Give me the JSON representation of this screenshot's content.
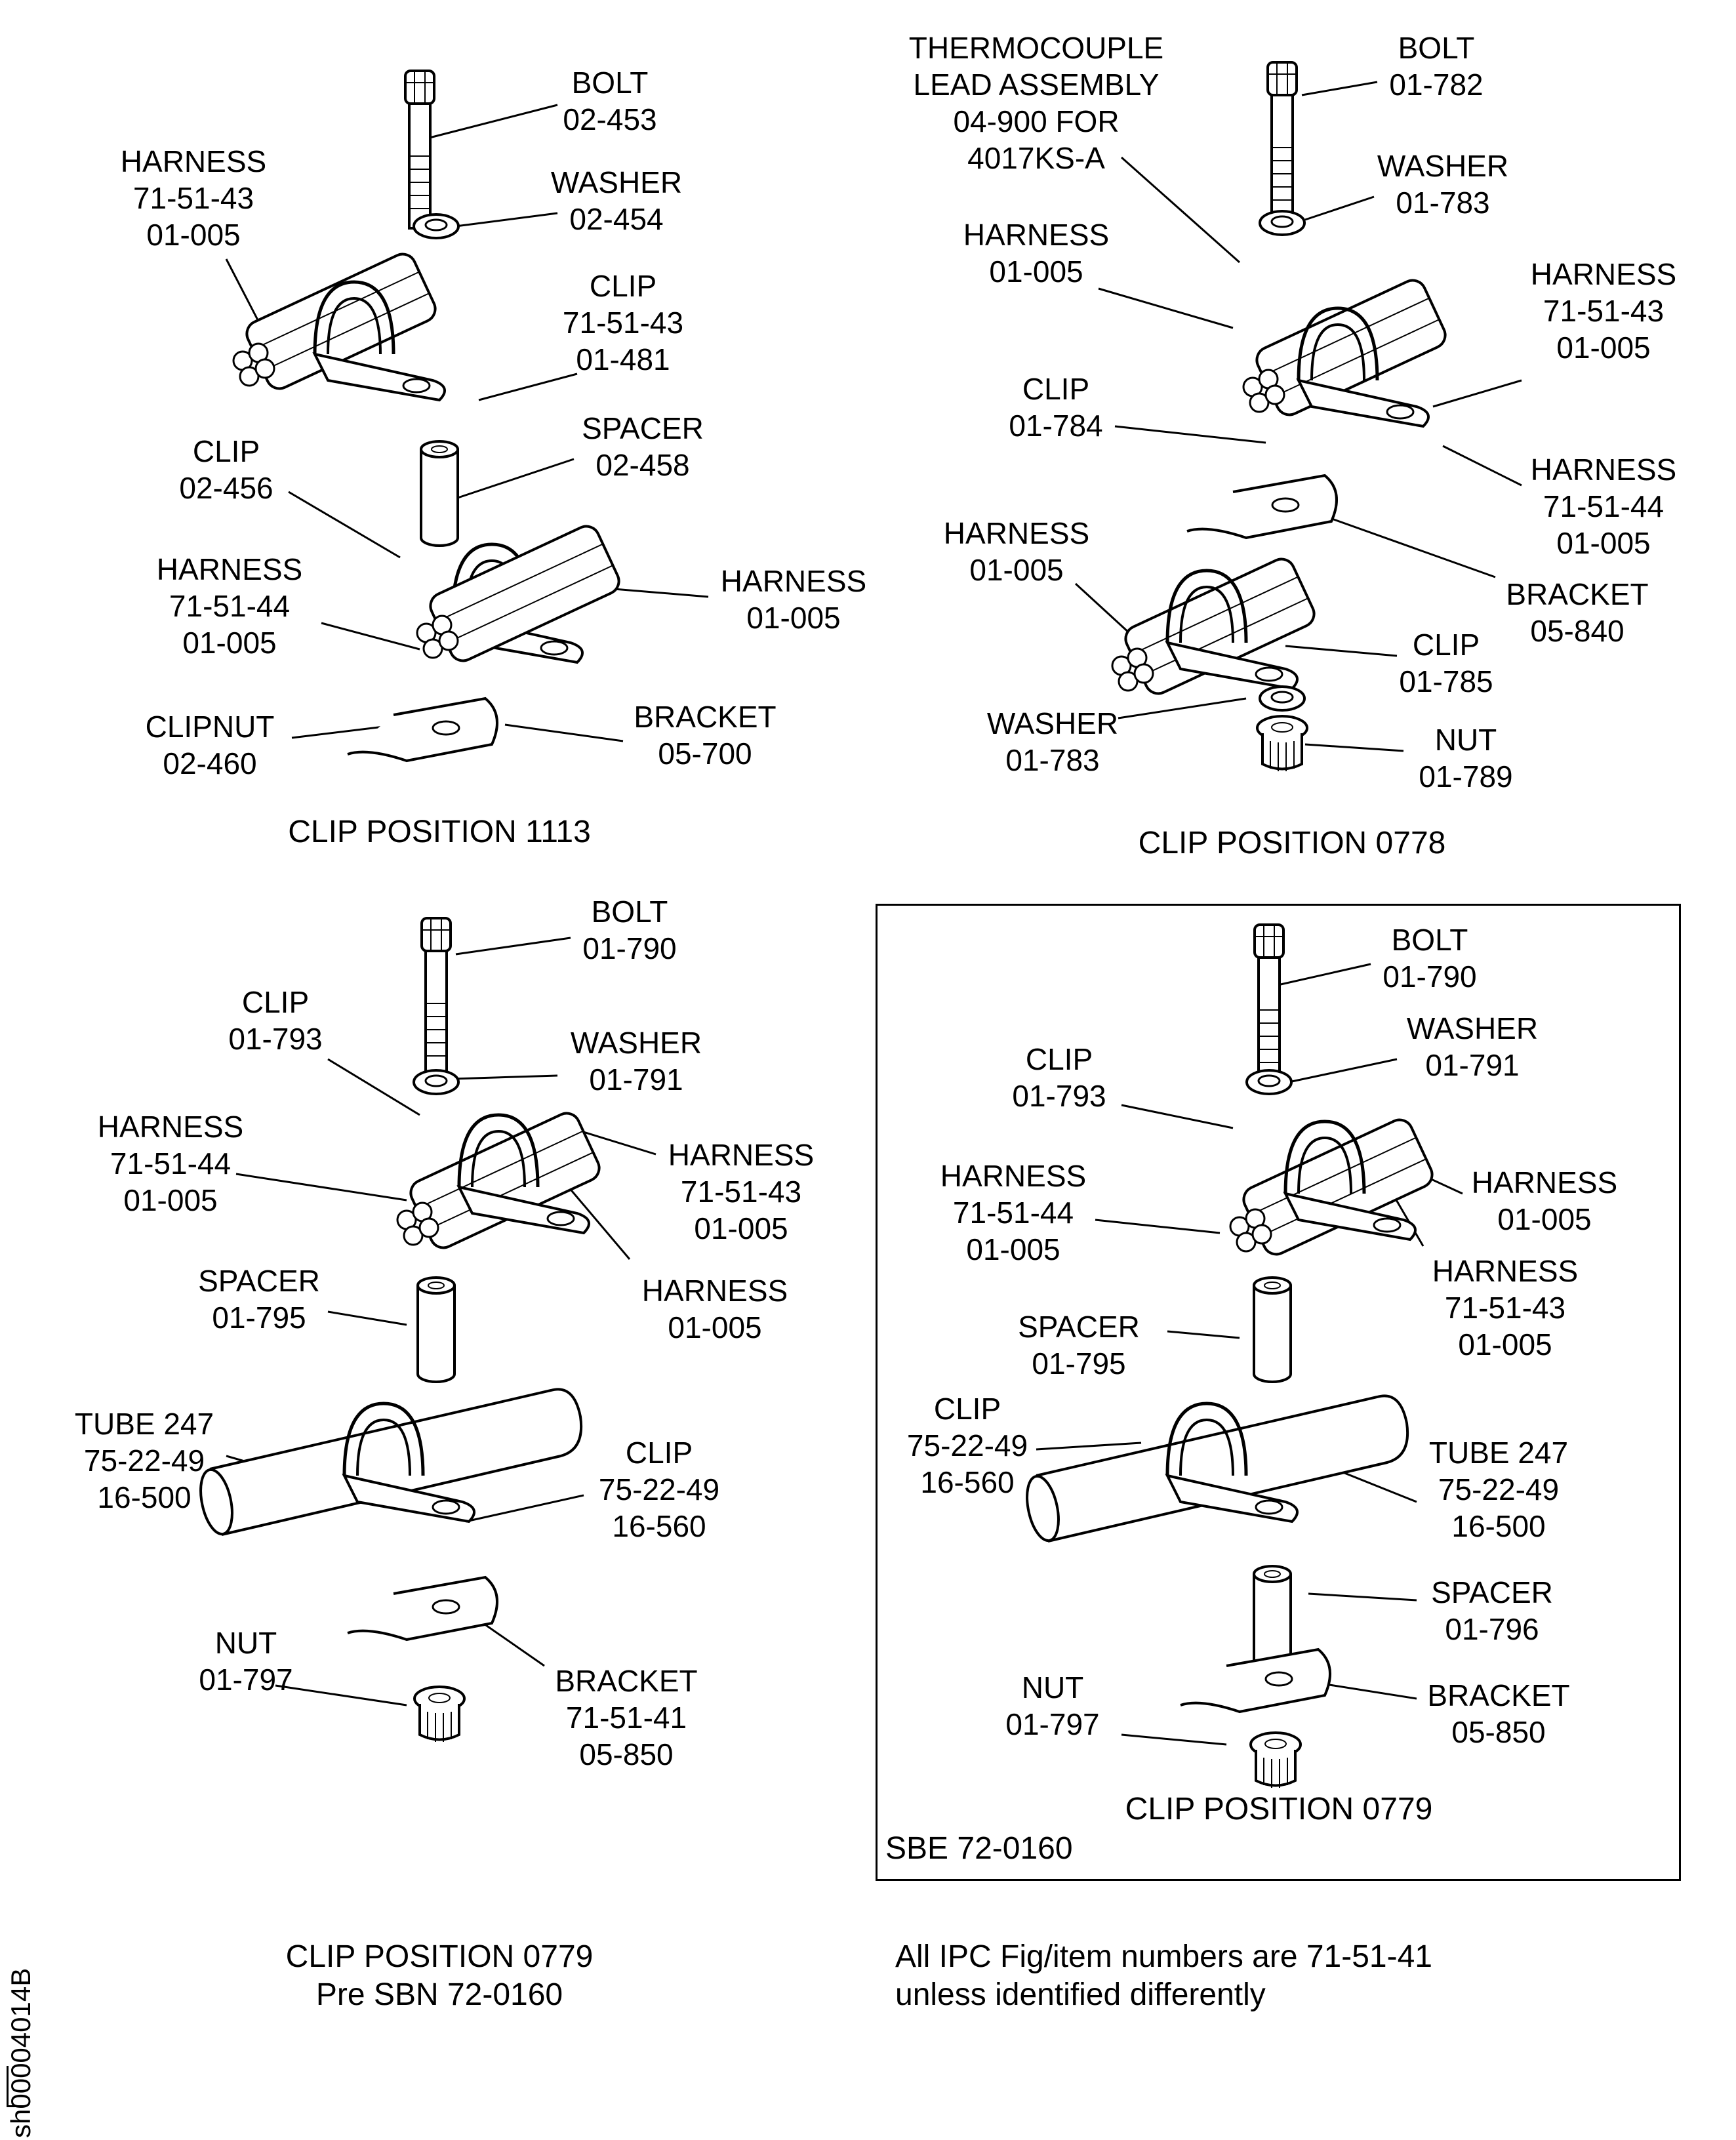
{
  "views": {
    "tl": {
      "caption": "CLIP POSITION 1113",
      "bolt": [
        "BOLT",
        "02-453"
      ],
      "washer": [
        "WASHER",
        "02-454"
      ],
      "harness_top": [
        "HARNESS",
        "71-51-43",
        "01-005"
      ],
      "clip_top": [
        "CLIP",
        "71-51-43",
        "01-481"
      ],
      "spacer": [
        "SPACER",
        "02-458"
      ],
      "clip_lower": [
        "CLIP",
        "02-456"
      ],
      "harness_left": [
        "HARNESS",
        "71-51-44",
        "01-005"
      ],
      "harness_right": [
        "HARNESS",
        "01-005"
      ],
      "clipnut": [
        "CLIPNUT",
        "02-460"
      ],
      "bracket": [
        "BRACKET",
        "05-700"
      ]
    },
    "tr": {
      "caption": "CLIP POSITION 0778",
      "thermocouple": [
        "THERMOCOUPLE",
        "LEAD ASSEMBLY",
        "04-900 FOR",
        "4017KS-A"
      ],
      "bolt": [
        "BOLT",
        "01-782"
      ],
      "washer_top": [
        "WASHER",
        "01-783"
      ],
      "harness_upper_left": [
        "HARNESS",
        "01-005"
      ],
      "harness_right_43": [
        "HARNESS",
        "71-51-43",
        "01-005"
      ],
      "clip_upper": [
        "CLIP",
        "01-784"
      ],
      "harness_right_44": [
        "HARNESS",
        "71-51-44",
        "01-005"
      ],
      "harness_lower_left": [
        "HARNESS",
        "01-005"
      ],
      "bracket": [
        "BRACKET",
        "05-840"
      ],
      "clip_lower": [
        "CLIP",
        "01-785"
      ],
      "washer_lower": [
        "WASHER",
        "01-783"
      ],
      "nut": [
        "NUT",
        "01-789"
      ]
    },
    "bl": {
      "caption": [
        "CLIP POSITION 0779",
        "Pre SBN 72-0160"
      ],
      "bolt": [
        "BOLT",
        "01-790"
      ],
      "clip_top": [
        "CLIP",
        "01-793"
      ],
      "washer": [
        "WASHER",
        "01-791"
      ],
      "harness_left": [
        "HARNESS",
        "71-51-44",
        "01-005"
      ],
      "harness_right_43": [
        "HARNESS",
        "71-51-43",
        "01-005"
      ],
      "harness_right": [
        "HARNESS",
        "01-005"
      ],
      "spacer": [
        "SPACER",
        "01-795"
      ],
      "tube": [
        "TUBE 247",
        "75-22-49",
        "16-500"
      ],
      "clip_tube": [
        "CLIP",
        "75-22-49",
        "16-560"
      ],
      "nut": [
        "NUT",
        "01-797"
      ],
      "bracket": [
        "BRACKET",
        "71-51-41",
        "05-850"
      ]
    },
    "br": {
      "caption": "CLIP POSITION 0779",
      "box_label": "SBE 72-0160",
      "bolt": [
        "BOLT",
        "01-790"
      ],
      "washer": [
        "WASHER",
        "01-791"
      ],
      "clip_top": [
        "CLIP",
        "01-793"
      ],
      "harness_left": [
        "HARNESS",
        "71-51-44",
        "01-005"
      ],
      "harness_right": [
        "HARNESS",
        "01-005"
      ],
      "harness_right_43": [
        "HARNESS",
        "71-51-43",
        "01-005"
      ],
      "spacer_top": [
        "SPACER",
        "01-795"
      ],
      "clip_tube": [
        "CLIP",
        "75-22-49",
        "16-560"
      ],
      "tube": [
        "TUBE 247",
        "75-22-49",
        "16-500"
      ],
      "spacer_lower": [
        "SPACER",
        "01-796"
      ],
      "nut": [
        "NUT",
        "01-797"
      ],
      "bracket": [
        "BRACKET",
        "05-850"
      ]
    }
  },
  "note": [
    "All IPC Fig/item numbers are 71-51-41",
    "unless identified differently"
  ],
  "sheet_id": "sh00004014B"
}
